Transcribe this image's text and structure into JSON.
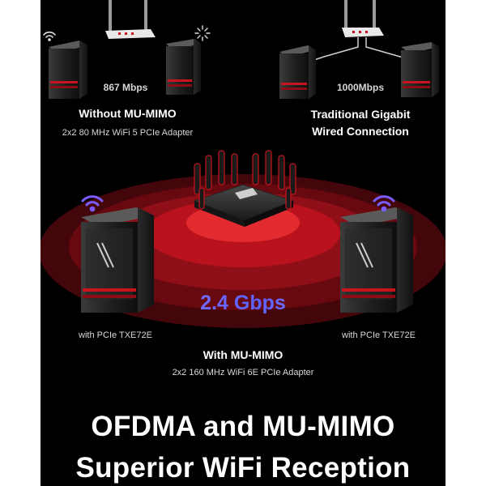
{
  "top_left": {
    "speed": "867 Mbps",
    "title": "Without MU-MIMO",
    "subtitle": "2x2 80 MHz WiFi 5 PCIe Adapter"
  },
  "top_right": {
    "speed": "1000Mbps",
    "title_line1": "Traditional Gigabit",
    "title_line2": "Wired Connection"
  },
  "center": {
    "speed": "2.4 Gbps",
    "left_label": "with PCIe TXE72E",
    "right_label": "with PCIe TXE72E",
    "title": "With MU-MIMO",
    "subtitle": "2x2 160 MHz WiFi 6E PCIe Adapter"
  },
  "headline": {
    "line1": "OFDMA and MU-MIMO",
    "line2": "Superior WiFi Reception"
  },
  "icons": {
    "left_signal": "wifi-signal-icon",
    "right_signal": "wifi-signal-icon",
    "loading": "loading-spinner-icon"
  },
  "colors": {
    "background": "#000000",
    "accent_red": "#c8141e",
    "signal_purple": "#7a5cff",
    "speed_blue": "#6a6cff"
  }
}
